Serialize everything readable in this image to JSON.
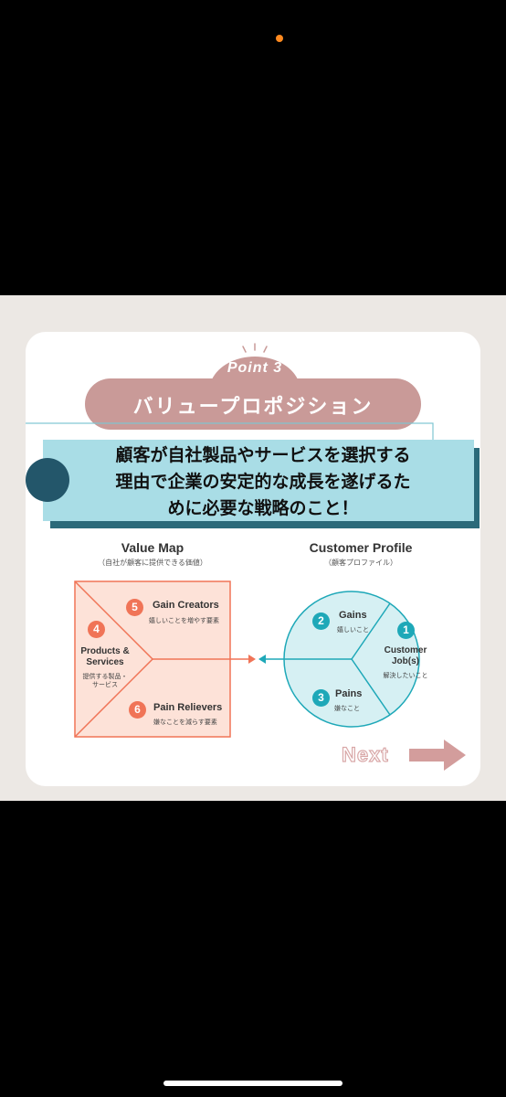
{
  "colors": {
    "accent_orange": "#ff8a1f",
    "panel_bg": "#ece8e4",
    "pink": "#c99a98",
    "teal_dark": "#2b6a7a",
    "light_blue": "#a9dde6",
    "value_orange": "#f07457",
    "value_fill": "#fde2d8",
    "customer_teal": "#1ea8b8",
    "customer_fill": "#d6f0f3"
  },
  "header": {
    "point_label": "Point 3",
    "title": "バリュープロポジション"
  },
  "definition": {
    "line1": "顧客が自社製品やサービスを選択する",
    "line2": "理由で企業の安定的な成長を遂げるた",
    "line3": "めに必要な戦略のこと！"
  },
  "value_map": {
    "title": "Value Map",
    "subtitle": "（自社が顧客に提供できる価値）",
    "products": {
      "num": "4",
      "label1": "Products &",
      "label2": "Services",
      "desc1": "提供する製品・",
      "desc2": "サービス"
    },
    "gain_creators": {
      "num": "5",
      "label": "Gain Creators",
      "desc": "嬉しいことを増やす要素"
    },
    "pain_relievers": {
      "num": "6",
      "label": "Pain Relievers",
      "desc": "嫌なことを減らす要素"
    }
  },
  "customer_profile": {
    "title": "Customer Profile",
    "subtitle": "（顧客プロファイル）",
    "gains": {
      "num": "2",
      "label": "Gains",
      "desc": "嬉しいこと"
    },
    "jobs": {
      "num": "1",
      "label1": "Customer",
      "label2": "Job(s)",
      "desc": "解決したいこと"
    },
    "pains": {
      "num": "3",
      "label": "Pains",
      "desc": "嫌なこと"
    }
  },
  "next_label": "Next"
}
